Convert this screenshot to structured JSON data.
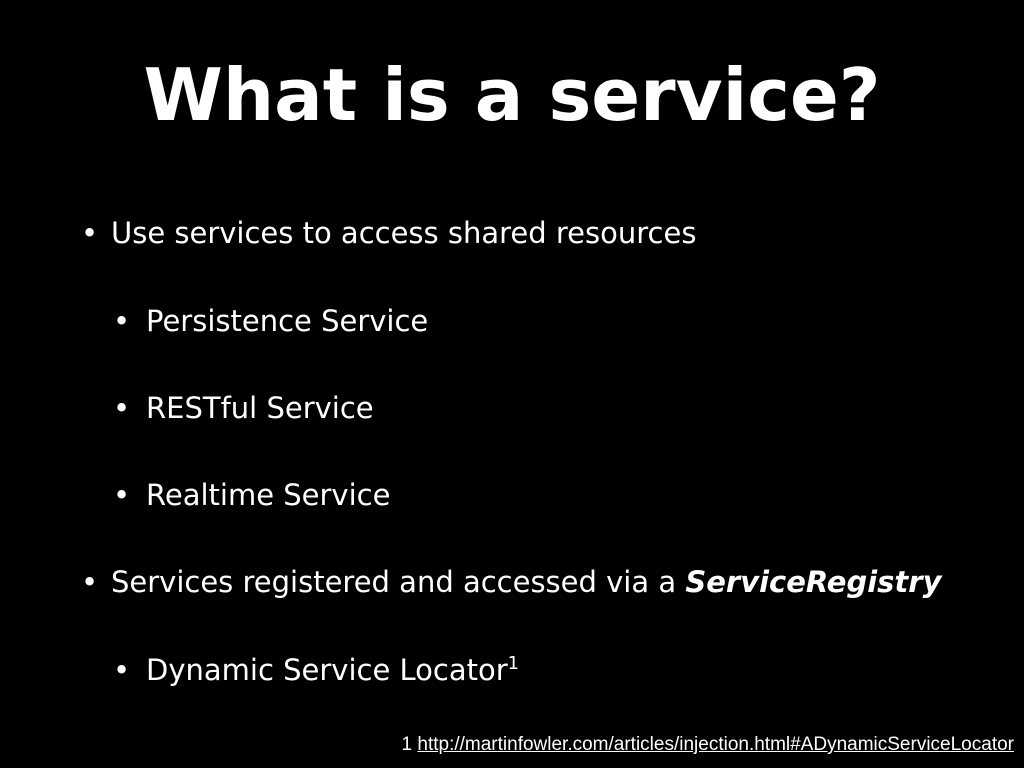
{
  "slide": {
    "title": "What is a service?",
    "bullet_char": "•",
    "bullets": [
      {
        "text": "Use services to access shared resources"
      },
      {
        "text": "Persistence Service"
      },
      {
        "text": "RESTful Service"
      },
      {
        "text": "Realtime Service"
      },
      {
        "text_before": "Services registered and accessed via a ",
        "emphasis": "ServiceRegistry"
      },
      {
        "text": "Dynamic Service Locator",
        "footnote_mark": "1"
      }
    ],
    "footnote": {
      "number": "1",
      "link_text": "http://martinfowler.com/articles/injection.html#ADynamicServiceLocator"
    }
  },
  "colors": {
    "background": "#000000",
    "text": "#ffffff"
  }
}
